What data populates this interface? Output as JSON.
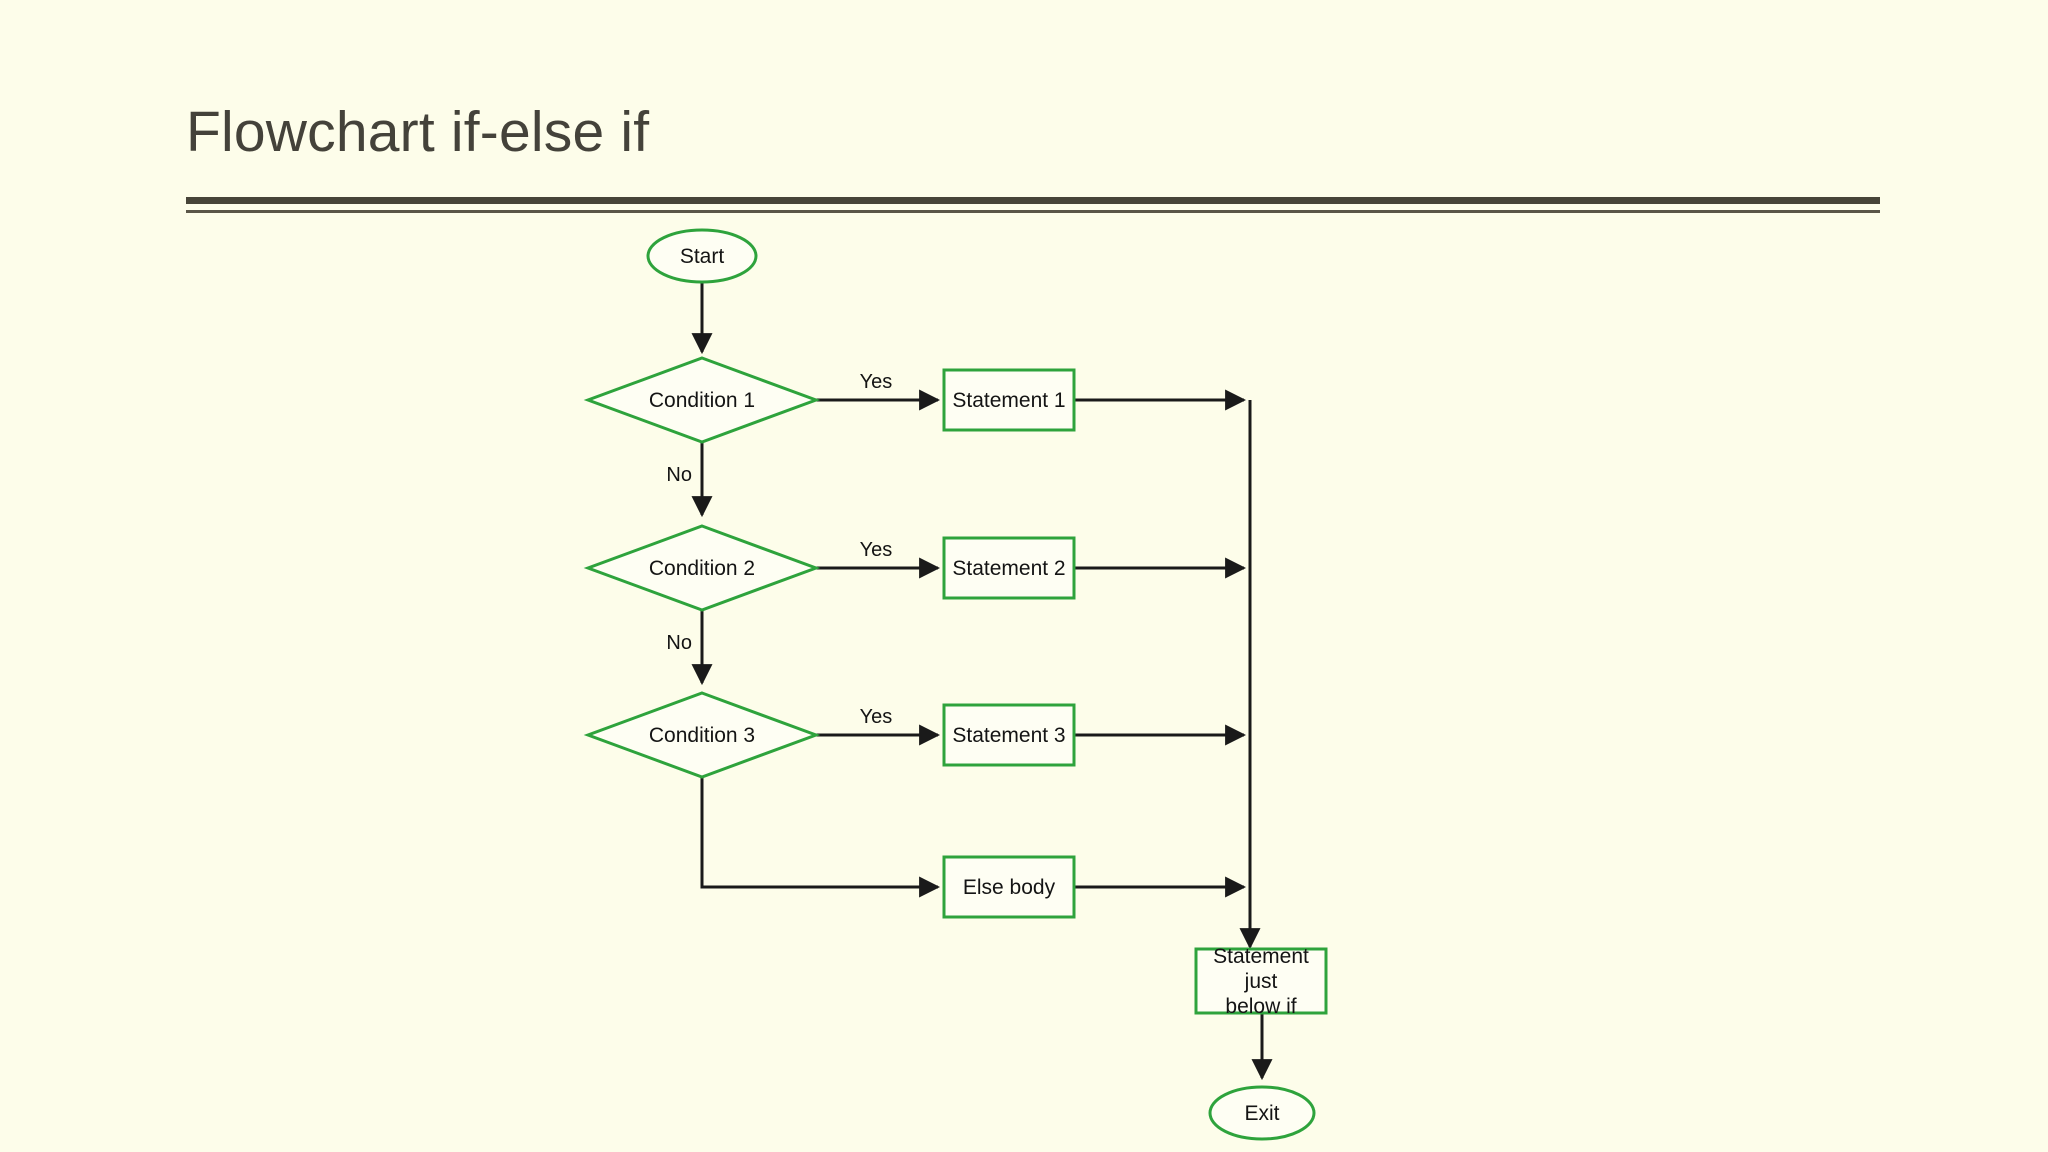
{
  "slide": {
    "background_color": "#fdfdea",
    "title": "Flowchart if-else if",
    "title_color": "#44423a",
    "rule_color": "#474438"
  },
  "diagram": {
    "type": "flowchart",
    "shape_stroke_color": "#2ea33c",
    "connector_color": "#1a1a1a",
    "text_color": "#141414",
    "nodes": [
      {
        "id": "start",
        "label": "Start",
        "shape": "ellipse"
      },
      {
        "id": "condition1",
        "label": "Condition 1",
        "shape": "diamond"
      },
      {
        "id": "statement1",
        "label": "Statement 1",
        "shape": "rectangle"
      },
      {
        "id": "condition2",
        "label": "Condition 2",
        "shape": "diamond"
      },
      {
        "id": "statement2",
        "label": "Statement 2",
        "shape": "rectangle"
      },
      {
        "id": "condition3",
        "label": "Condition 3",
        "shape": "diamond"
      },
      {
        "id": "statement3",
        "label": "Statement 3",
        "shape": "rectangle"
      },
      {
        "id": "elsebody",
        "label": "Else body",
        "shape": "rectangle"
      },
      {
        "id": "statementjust",
        "label": "Statement just\nbelow if",
        "shape": "rectangle"
      },
      {
        "id": "exit",
        "label": "Exit",
        "shape": "ellipse"
      }
    ],
    "edges": [
      {
        "from": "start",
        "to": "condition1",
        "label": ""
      },
      {
        "from": "condition1",
        "to": "statement1",
        "label": "Yes"
      },
      {
        "from": "condition1",
        "to": "condition2",
        "label": "No"
      },
      {
        "from": "condition2",
        "to": "statement2",
        "label": "Yes"
      },
      {
        "from": "condition2",
        "to": "condition3",
        "label": "No"
      },
      {
        "from": "condition3",
        "to": "statement3",
        "label": "Yes"
      },
      {
        "from": "condition3",
        "to": "elsebody",
        "label": ""
      },
      {
        "from": "statement1",
        "to": "statementjust",
        "label": ""
      },
      {
        "from": "statement2",
        "to": "statementjust",
        "label": ""
      },
      {
        "from": "statement3",
        "to": "statementjust",
        "label": ""
      },
      {
        "from": "elsebody",
        "to": "statementjust",
        "label": ""
      },
      {
        "from": "statementjust",
        "to": "exit",
        "label": ""
      }
    ],
    "edge_labels": {
      "yes1": "Yes",
      "yes2": "Yes",
      "yes3": "Yes",
      "no1": "No",
      "no2": "No"
    }
  }
}
